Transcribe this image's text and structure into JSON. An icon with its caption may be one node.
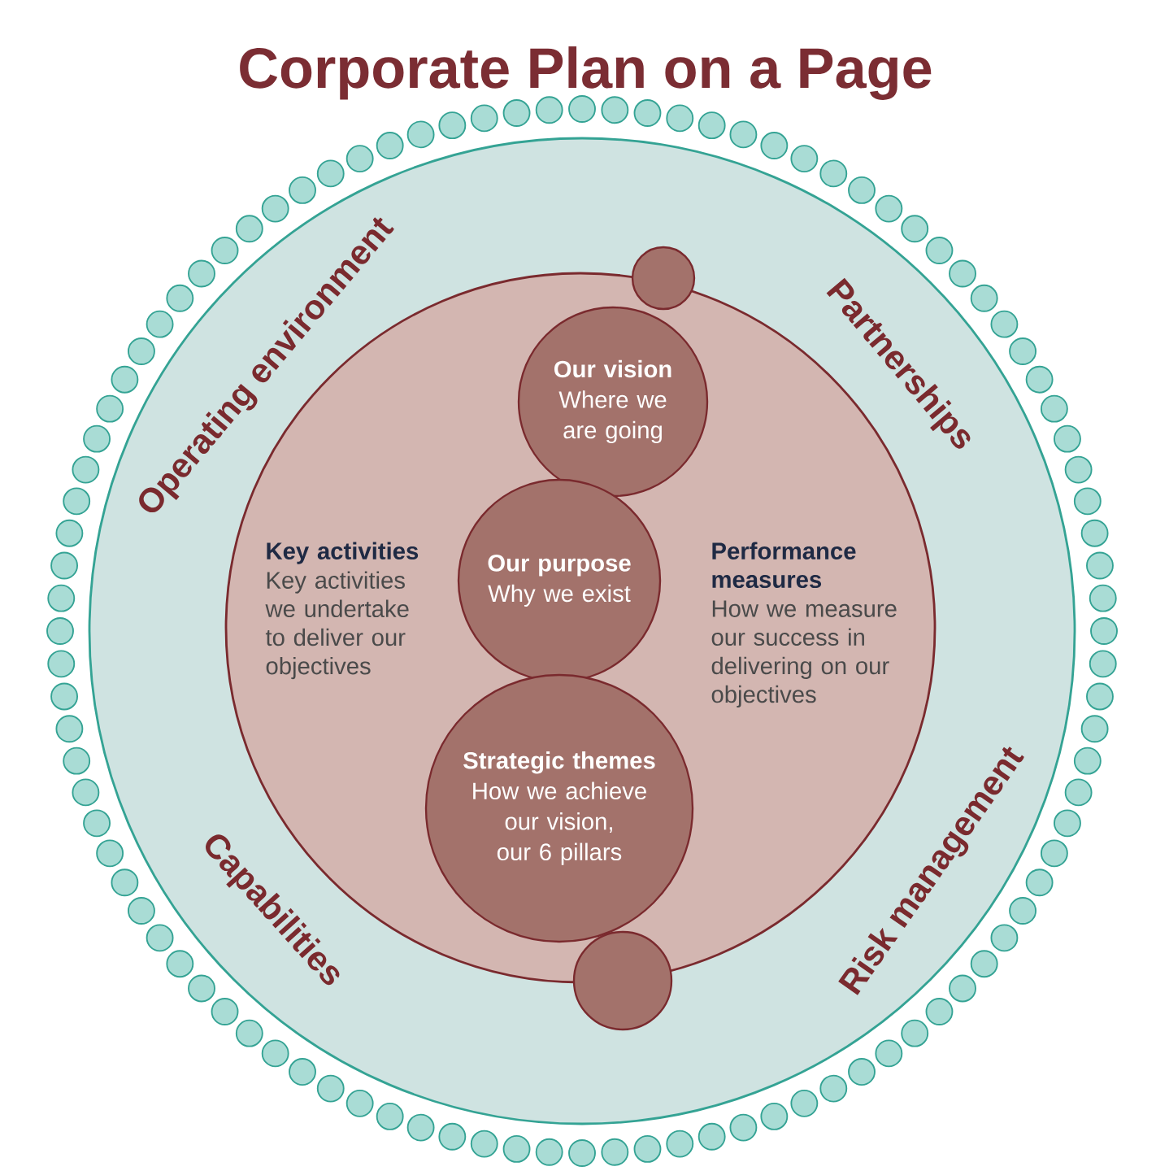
{
  "diagram": {
    "title": "Corporate Plan on a Page",
    "nodes": [
      {
        "text": [
          "Operating environment",
          "Partnerships",
          "Capabilities",
          "Risk management"
        ]
      },
      {
        "text": [
          "Key activities",
          "Key activities we undertake to deliver our objectives",
          "Performance measures",
          "How we measure our success in delivering on our objectives"
        ],
        "in": 0
      },
      {
        "text": [
          "Our vision",
          "Where we are going"
        ],
        "in": 1
      },
      {
        "text": [
          "Our purpose",
          "Why we exist"
        ],
        "in": 1
      },
      {
        "text": [
          "Strategic themes",
          "How we achieve our vision, our 6 pillars"
        ],
        "in": 1
      },
      {
        "text": [],
        "shape": "circle",
        "in": 0
      },
      {
        "text": [],
        "shape": "circle",
        "in": 0
      }
    ]
  }
}
